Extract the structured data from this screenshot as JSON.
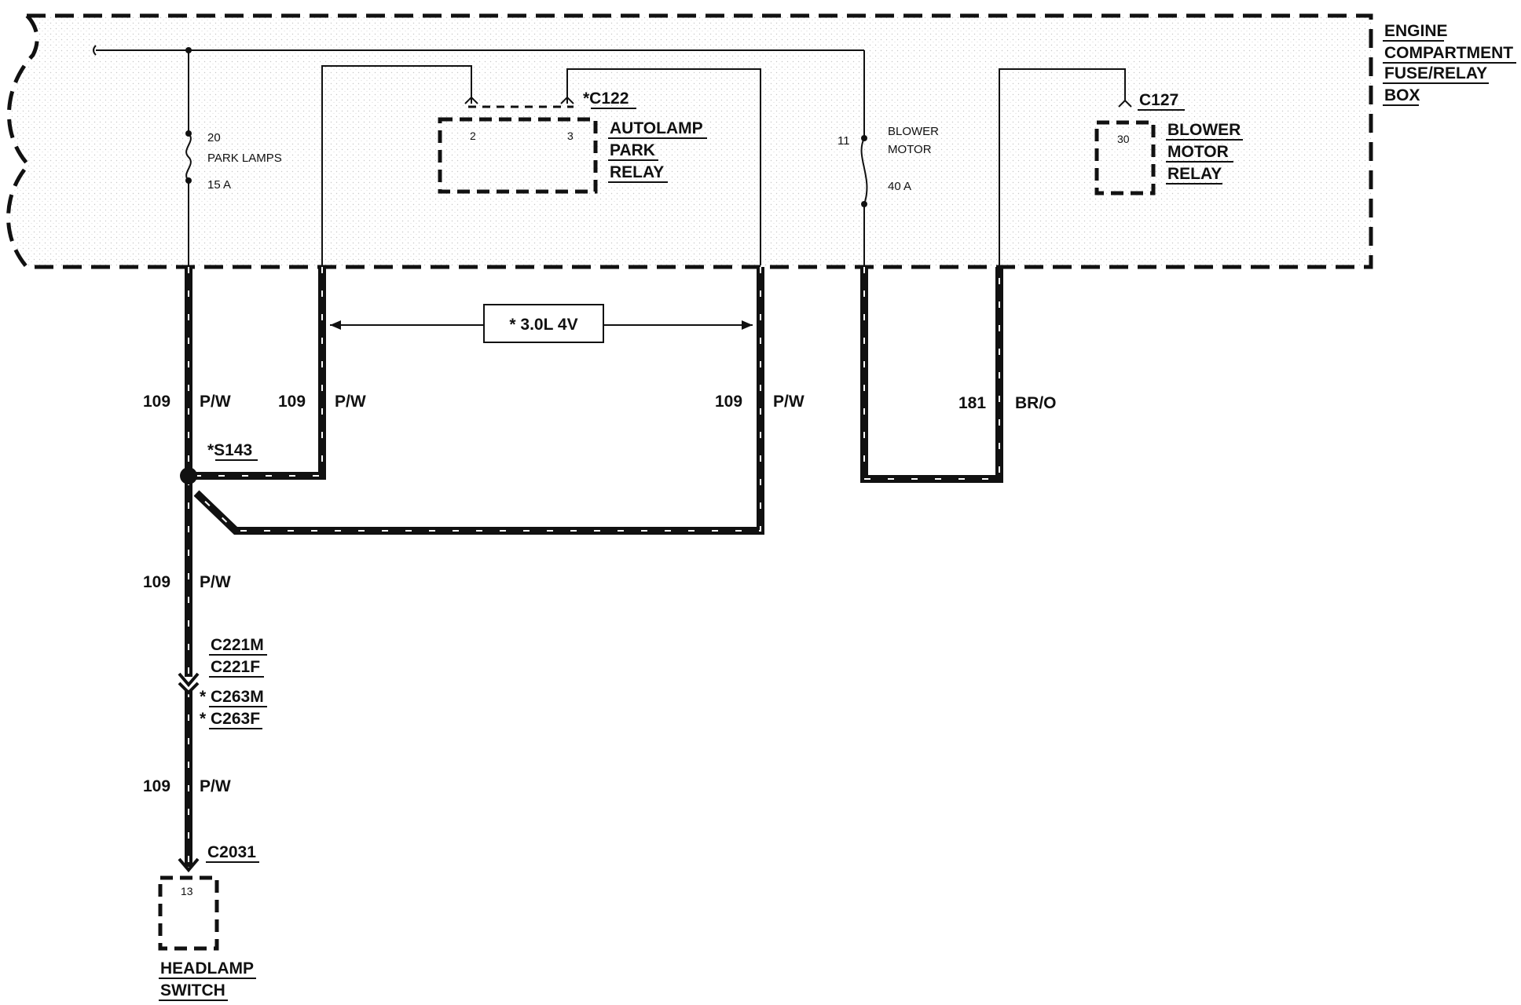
{
  "fuse_box": {
    "label_lines": [
      "ENGINE",
      "COMPARTMENT",
      "FUSE/RELAY",
      "BOX"
    ]
  },
  "fuse_park": {
    "number": "20",
    "name": "PARK LAMPS",
    "rating": "15 A"
  },
  "fuse_blower": {
    "number": "11",
    "name_lines": [
      "BLOWER",
      "MOTOR"
    ],
    "rating": "40 A"
  },
  "autolamp_relay": {
    "connector": "*C122",
    "pin_left": "2",
    "pin_right": "3",
    "name_lines": [
      "AUTOLAMP",
      "PARK",
      "RELAY"
    ]
  },
  "blower_relay": {
    "connector": "C127",
    "pin": "30",
    "name_lines": [
      "BLOWER",
      "MOTOR",
      "RELAY"
    ]
  },
  "option_note": "*  3.0L  4V",
  "wires": {
    "w1": {
      "circuit": "109",
      "color": "P/W"
    },
    "w2": {
      "circuit": "109",
      "color": "P/W"
    },
    "w3": {
      "circuit": "109",
      "color": "P/W"
    },
    "w4": {
      "circuit": "181",
      "color": "BR/O"
    },
    "w5": {
      "circuit": "109",
      "color": "P/W"
    },
    "w6": {
      "circuit": "109",
      "color": "P/W"
    }
  },
  "splice": "*S143",
  "inline_connectors": {
    "c221m": "C221M",
    "c221f": "C221F",
    "c263m_prefix": "*",
    "c263m": "C263M",
    "c263f_prefix": "*",
    "c263f": "C263F"
  },
  "headlamp_switch": {
    "connector": "C2031",
    "pin": "13",
    "name_lines": [
      "HEADLAMP",
      "SWITCH"
    ]
  }
}
